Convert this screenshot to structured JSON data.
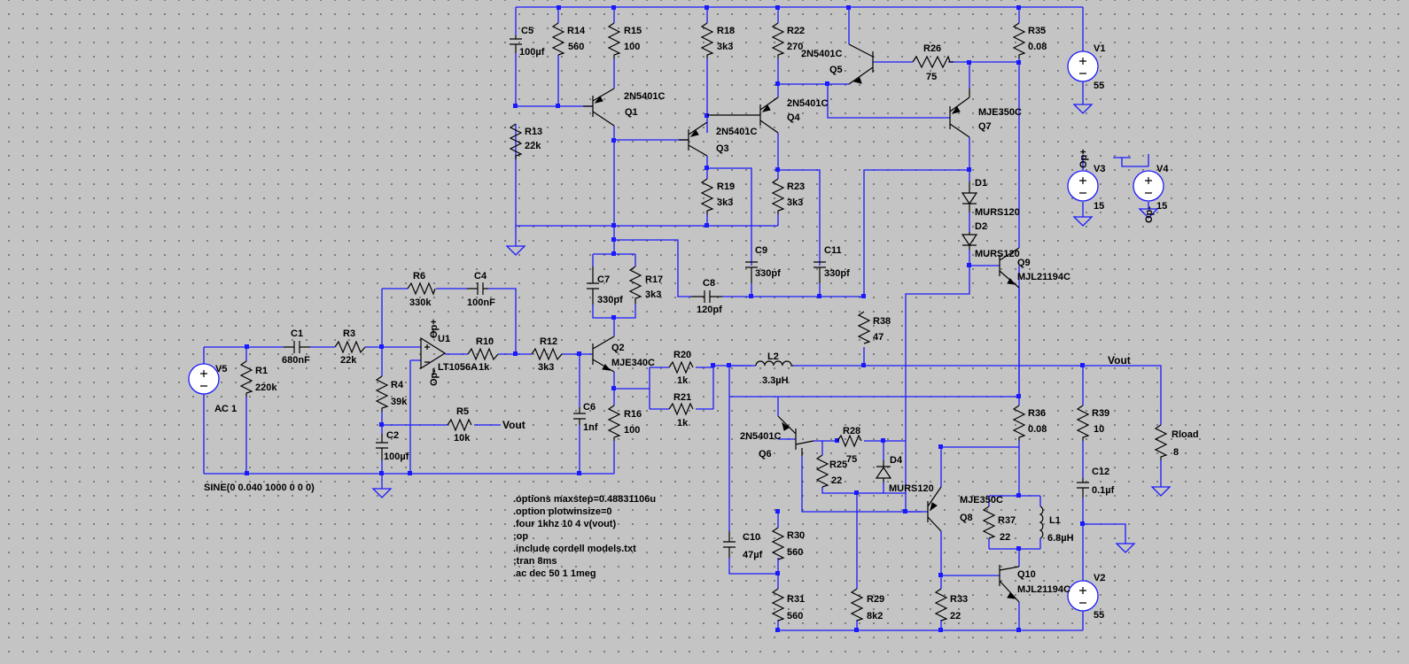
{
  "components": {
    "C1": {
      "name": "C1",
      "value": "680nF"
    },
    "C2": {
      "name": "C2",
      "value": "100µf"
    },
    "C4": {
      "name": "C4",
      "value": "100nF"
    },
    "C5": {
      "name": "C5",
      "value": "100µf"
    },
    "C6": {
      "name": "C6",
      "value": "1nf"
    },
    "C7": {
      "name": "C7",
      "value": "330pf"
    },
    "C8": {
      "name": "C8",
      "value": "120pf"
    },
    "C9": {
      "name": "C9",
      "value": "330pf"
    },
    "C10": {
      "name": "C10",
      "value": "47µf"
    },
    "C11": {
      "name": "C11",
      "value": "330pf"
    },
    "C12": {
      "name": "C12",
      "value": "0.1µf"
    },
    "R1": {
      "name": "R1",
      "value": "220k"
    },
    "R3": {
      "name": "R3",
      "value": "22k"
    },
    "R4": {
      "name": "R4",
      "value": "39k"
    },
    "R5": {
      "name": "R5",
      "value": "10k"
    },
    "R6": {
      "name": "R6",
      "value": "330k"
    },
    "R10": {
      "name": "R10",
      "value": "1k"
    },
    "R12": {
      "name": "R12",
      "value": "3k3"
    },
    "R13": {
      "name": "R13",
      "value": "22k"
    },
    "R14": {
      "name": "R14",
      "value": "560"
    },
    "R15": {
      "name": "R15",
      "value": "100"
    },
    "R16": {
      "name": "R16",
      "value": "100"
    },
    "R17": {
      "name": "R17",
      "value": "3k3"
    },
    "R18": {
      "name": "R18",
      "value": "3k3"
    },
    "R19": {
      "name": "R19",
      "value": "3k3"
    },
    "R20": {
      "name": "R20",
      "value": "1k"
    },
    "R21": {
      "name": "R21",
      "value": "1k"
    },
    "R22": {
      "name": "R22",
      "value": "270"
    },
    "R23": {
      "name": "R23",
      "value": "3k3"
    },
    "R25": {
      "name": "R25",
      "value": "22"
    },
    "R26": {
      "name": "R26",
      "value": "75"
    },
    "R28": {
      "name": "R28",
      "value": "75"
    },
    "R29": {
      "name": "R29",
      "value": "8k2"
    },
    "R30": {
      "name": "R30",
      "value": "560"
    },
    "R31": {
      "name": "R31",
      "value": "560"
    },
    "R33": {
      "name": "R33",
      "value": "22"
    },
    "R35": {
      "name": "R35",
      "value": "0.08"
    },
    "R36": {
      "name": "R36",
      "value": "0.08"
    },
    "R37": {
      "name": "R37",
      "value": "22"
    },
    "R38": {
      "name": "R38",
      "value": "47"
    },
    "R39": {
      "name": "R39",
      "value": "10"
    },
    "Rload": {
      "name": "Rload",
      "value": "8"
    },
    "L1": {
      "name": "L1",
      "value": "6.8µH"
    },
    "L2": {
      "name": "L2",
      "value": "3.3µH"
    },
    "D1": {
      "name": "D1",
      "value": "MURS120"
    },
    "D2": {
      "name": "D2",
      "value": "MURS120"
    },
    "D4": {
      "name": "D4",
      "value": "MURS120"
    },
    "Q1": {
      "name": "Q1",
      "value": "2N5401C"
    },
    "Q2": {
      "name": "Q2",
      "value": "MJE340C"
    },
    "Q3": {
      "name": "Q3",
      "value": "2N5401C"
    },
    "Q4": {
      "name": "Q4",
      "value": "2N5401C"
    },
    "Q5": {
      "name": "Q5",
      "value": "2N5401C"
    },
    "Q6": {
      "name": "Q6",
      "value": "2N5401C"
    },
    "Q7": {
      "name": "Q7",
      "value": "MJE350C"
    },
    "Q8": {
      "name": "Q8",
      "value": "MJE350C"
    },
    "Q9": {
      "name": "Q9",
      "value": "MJL21194C"
    },
    "Q10": {
      "name": "Q10",
      "value": "MJL21194C"
    },
    "U1": {
      "name": "U1",
      "value": "LT1056A"
    },
    "V1": {
      "name": "V1",
      "value": "55"
    },
    "V2": {
      "name": "V2",
      "value": "55"
    },
    "V3": {
      "name": "V3",
      "value": "15"
    },
    "V4": {
      "name": "V4",
      "value": "15"
    },
    "V5": {
      "name": "V5",
      "value": "AC 1",
      "source": "SINE(0 0.040 1000 0 0 0)"
    }
  },
  "nets": {
    "vout": "Vout",
    "op_pos": "Op+",
    "op_neg": "Op-"
  },
  "directives": [
    ".options maxstep=0.48831106u",
    ".option plotwinsize=0",
    ".four 1khz 10 4 v(vout)",
    ";op",
    ".include cordell models.txt",
    ";tran 8ms",
    ".ac dec 50 1 1meg"
  ],
  "colors": {
    "background": "#c4c4c4",
    "wire": "#1a1aff",
    "component": "#000000",
    "grid_dot": "#6a6a6a"
  }
}
